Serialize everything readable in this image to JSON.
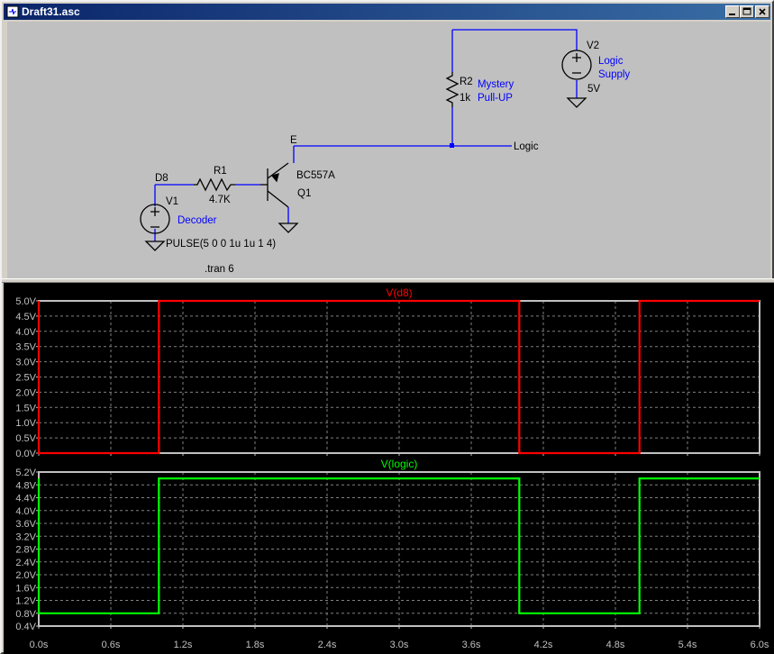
{
  "window": {
    "title": "Draft31.asc",
    "buttons": [
      "minimize",
      "maximize",
      "close"
    ]
  },
  "schematic": {
    "components": {
      "V1": {
        "name": "V1",
        "description": "Decoder",
        "value": "PULSE(5 0 0 1u 1u 1 4)"
      },
      "R1": {
        "name": "R1",
        "value": "4.7K"
      },
      "Q1": {
        "name": "Q1",
        "model": "BC557A"
      },
      "R2": {
        "name": "R2",
        "value": "1k",
        "description_line1": "Mystery",
        "description_line2": "Pull-UP"
      },
      "V2": {
        "name": "V2",
        "description_line1": "Logic",
        "description_line2": "Supply",
        "value": "5V"
      }
    },
    "net_labels": {
      "d8": "D8",
      "e": "E",
      "logic": "Logic"
    },
    "directive": ".tran 6",
    "colors": {
      "wire": "#0000ff",
      "component": "#000000",
      "comment": "#0000ff",
      "background": "#c0c0c0"
    }
  },
  "waveform": {
    "colors": {
      "background": "#000000",
      "frame": "#c0c0c0",
      "grid": "#808080",
      "trace_d8": "#ff0000",
      "trace_logic": "#00ff00",
      "text": "#c0c0c0"
    },
    "x_ticks": [
      "0.0s",
      "0.6s",
      "1.2s",
      "1.8s",
      "2.4s",
      "3.0s",
      "3.6s",
      "4.2s",
      "4.8s",
      "5.4s",
      "6.0s"
    ]
  },
  "chart_data": [
    {
      "type": "line",
      "title": "V(d8)",
      "xlim": [
        0,
        6
      ],
      "ylim": [
        0,
        5
      ],
      "y_ticks": [
        "5.0V",
        "4.5V",
        "4.0V",
        "3.5V",
        "3.0V",
        "2.5V",
        "2.0V",
        "1.5V",
        "1.0V",
        "0.5V",
        "0.0V"
      ],
      "y_tick_values": [
        5.0,
        4.5,
        4.0,
        3.5,
        3.0,
        2.5,
        2.0,
        1.5,
        1.0,
        0.5,
        0.0
      ],
      "series": [
        {
          "name": "V(d8)",
          "color": "#ff0000",
          "x": [
            0,
            0,
            1,
            1,
            4,
            4,
            5,
            5,
            6
          ],
          "y": [
            5,
            0,
            0,
            5,
            5,
            0,
            0,
            5,
            5
          ]
        }
      ]
    },
    {
      "type": "line",
      "title": "V(logic)",
      "xlim": [
        0,
        6
      ],
      "ylim": [
        0.4,
        5.2
      ],
      "y_ticks": [
        "5.2V",
        "4.8V",
        "4.4V",
        "4.0V",
        "3.6V",
        "3.2V",
        "2.8V",
        "2.4V",
        "2.0V",
        "1.6V",
        "1.2V",
        "0.8V",
        "0.4V"
      ],
      "y_tick_values": [
        5.2,
        4.8,
        4.4,
        4.0,
        3.6,
        3.2,
        2.8,
        2.4,
        2.0,
        1.6,
        1.2,
        0.8,
        0.4
      ],
      "series": [
        {
          "name": "V(logic)",
          "color": "#00ff00",
          "x": [
            0,
            0,
            1,
            1,
            4,
            4,
            5,
            5,
            6
          ],
          "y": [
            5,
            0.8,
            0.8,
            5,
            5,
            0.8,
            0.8,
            5,
            5
          ]
        }
      ]
    }
  ]
}
